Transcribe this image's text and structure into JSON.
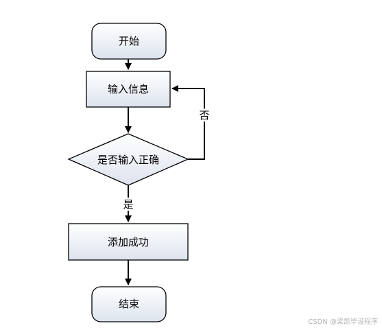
{
  "nodes": {
    "start": {
      "label": "开始"
    },
    "input": {
      "label": "输入信息"
    },
    "decision": {
      "label": "是否输入正确"
    },
    "add_success": {
      "label": "添加成功"
    },
    "end": {
      "label": "结束"
    }
  },
  "edges": {
    "yes_label": "是",
    "no_label": "否"
  },
  "watermark": "CSDN @梁凯毕设程序",
  "colors": {
    "stroke": "#000000",
    "fill_light": "#ffffff",
    "fill_dark": "#dde3ee"
  }
}
